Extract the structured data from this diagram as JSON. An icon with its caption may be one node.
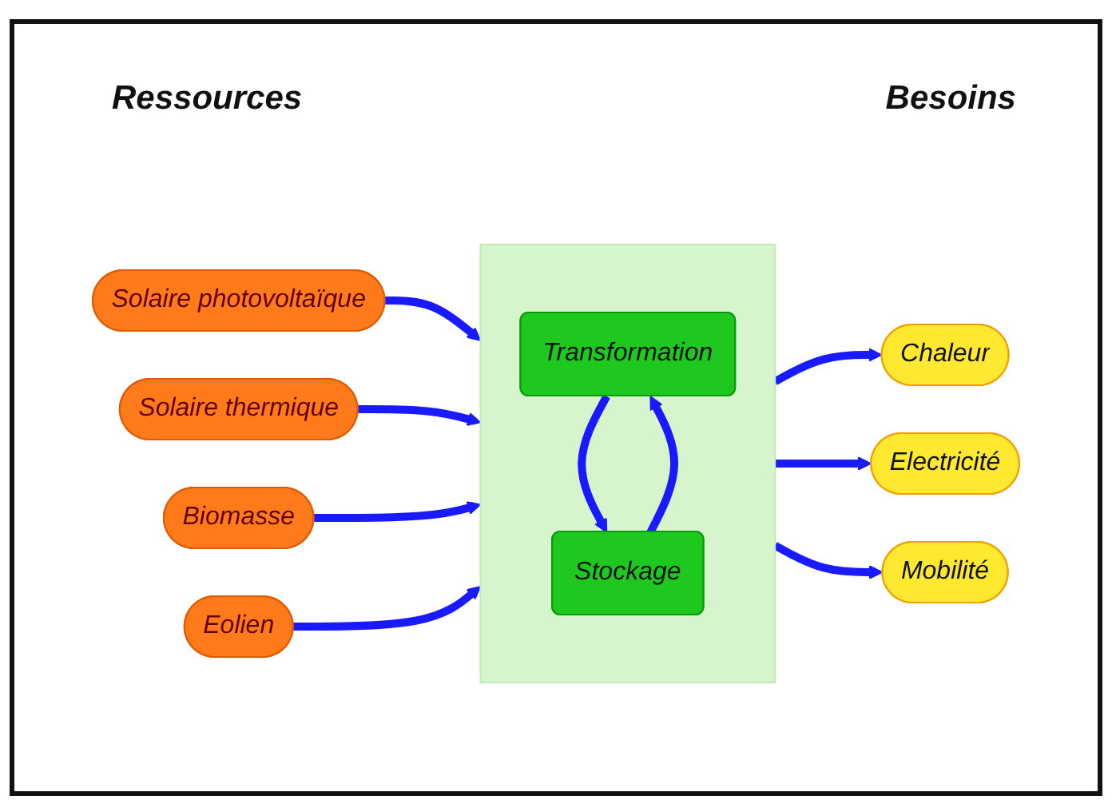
{
  "diagram": {
    "nodes": [
      {
        "text": [
          "Solaire photovoltaïque"
        ]
      },
      {
        "text": [
          "Solaire thermique"
        ]
      },
      {
        "text": [
          "Biomasse"
        ]
      },
      {
        "text": [
          "Eolien"
        ]
      },
      {
        "text": [],
        "shape": "box"
      },
      {
        "text": [
          "Transformation"
        ],
        "in": 4
      },
      {
        "text": [
          "Stockage"
        ],
        "in": 4
      },
      {
        "text": [
          "Chaleur"
        ]
      },
      {
        "text": [
          "Electricité"
        ]
      },
      {
        "text": [
          "Mobilité"
        ]
      }
    ],
    "edges": [
      {
        "from": 0,
        "to": 4,
        "arrow": "to"
      },
      {
        "from": 1,
        "to": 4,
        "arrow": "to"
      },
      {
        "from": 2,
        "to": 4,
        "arrow": "to"
      },
      {
        "from": 3,
        "to": 4,
        "arrow": "to"
      },
      {
        "from": 5,
        "to": 6,
        "arrow": "to"
      },
      {
        "from": 6,
        "to": 5,
        "arrow": "to"
      },
      {
        "from": 4,
        "to": 7,
        "arrow": "to"
      },
      {
        "from": 4,
        "to": 8,
        "arrow": "to"
      },
      {
        "from": 4,
        "to": 9,
        "arrow": "to"
      }
    ],
    "labels": [
      "Ressources",
      "Besoins"
    ]
  }
}
